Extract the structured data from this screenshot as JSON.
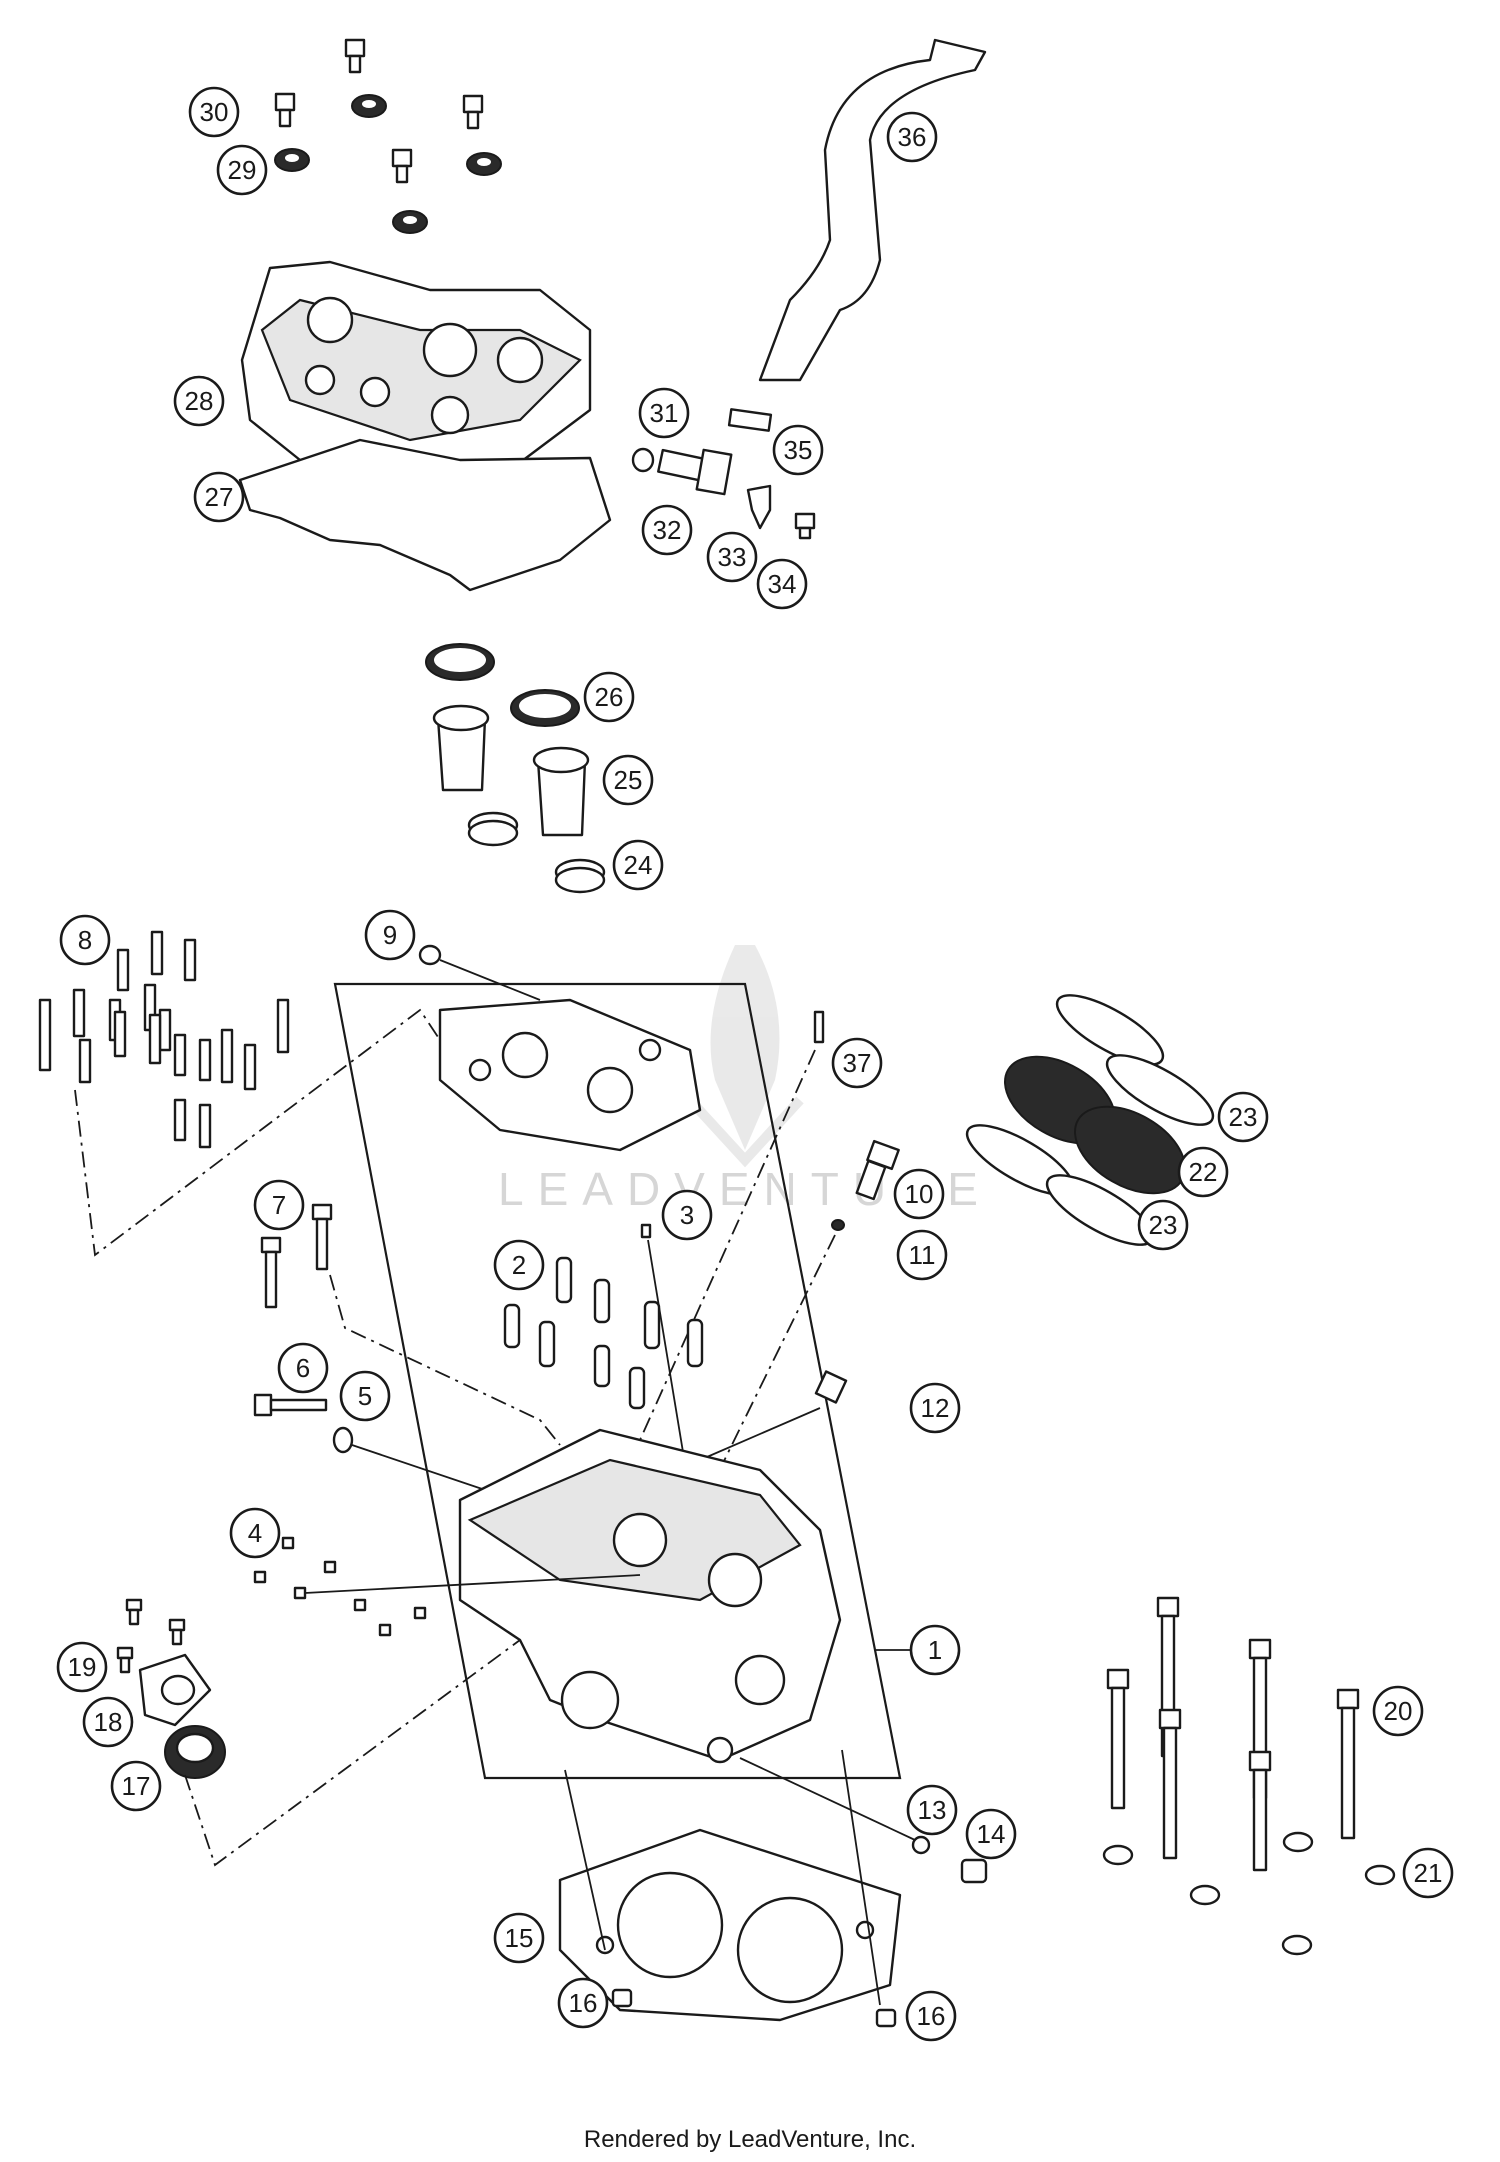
{
  "footer": {
    "credit": "Rendered by LeadVenture, Inc."
  },
  "watermark": {
    "text": "LEADVENTURE"
  },
  "callouts": [
    {
      "id": "30",
      "label": "30"
    },
    {
      "id": "29",
      "label": "29"
    },
    {
      "id": "36",
      "label": "36"
    },
    {
      "id": "28",
      "label": "28"
    },
    {
      "id": "31",
      "label": "31"
    },
    {
      "id": "35",
      "label": "35"
    },
    {
      "id": "27",
      "label": "27"
    },
    {
      "id": "32",
      "label": "32"
    },
    {
      "id": "33",
      "label": "33"
    },
    {
      "id": "34",
      "label": "34"
    },
    {
      "id": "26",
      "label": "26"
    },
    {
      "id": "25",
      "label": "25"
    },
    {
      "id": "24",
      "label": "24"
    },
    {
      "id": "8",
      "label": "8"
    },
    {
      "id": "9",
      "label": "9"
    },
    {
      "id": "37",
      "label": "37"
    },
    {
      "id": "23a",
      "label": "23"
    },
    {
      "id": "22",
      "label": "22"
    },
    {
      "id": "10",
      "label": "10"
    },
    {
      "id": "23b",
      "label": "23"
    },
    {
      "id": "7",
      "label": "7"
    },
    {
      "id": "3",
      "label": "3"
    },
    {
      "id": "11",
      "label": "11"
    },
    {
      "id": "2",
      "label": "2"
    },
    {
      "id": "6",
      "label": "6"
    },
    {
      "id": "5",
      "label": "5"
    },
    {
      "id": "12",
      "label": "12"
    },
    {
      "id": "4",
      "label": "4"
    },
    {
      "id": "1",
      "label": "1"
    },
    {
      "id": "19",
      "label": "19"
    },
    {
      "id": "18",
      "label": "18"
    },
    {
      "id": "20",
      "label": "20"
    },
    {
      "id": "17",
      "label": "17"
    },
    {
      "id": "13",
      "label": "13"
    },
    {
      "id": "14",
      "label": "14"
    },
    {
      "id": "21",
      "label": "21"
    },
    {
      "id": "15",
      "label": "15"
    },
    {
      "id": "16a",
      "label": "16"
    },
    {
      "id": "16b",
      "label": "16"
    }
  ]
}
